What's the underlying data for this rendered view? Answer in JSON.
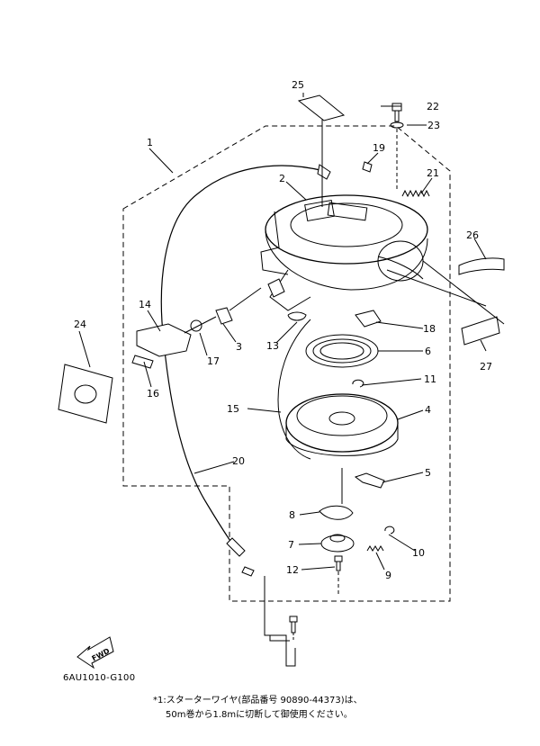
{
  "diagram": {
    "drawing_code": "6AU1010-G100",
    "fwd_label": "FWD",
    "note_line1": "*1:スターターワイヤ(部品番号 90890-44373)は、",
    "note_line2": "50m巻から1.8mに切断して御使用ください。"
  },
  "callouts": [
    "1",
    "2",
    "3",
    "4",
    "5",
    "6",
    "7",
    "8",
    "9",
    "10",
    "11",
    "12",
    "13",
    "14",
    "15",
    "16",
    "17",
    "18",
    "19",
    "20",
    "21",
    "22",
    "23",
    "24",
    "25",
    "26",
    "27"
  ]
}
